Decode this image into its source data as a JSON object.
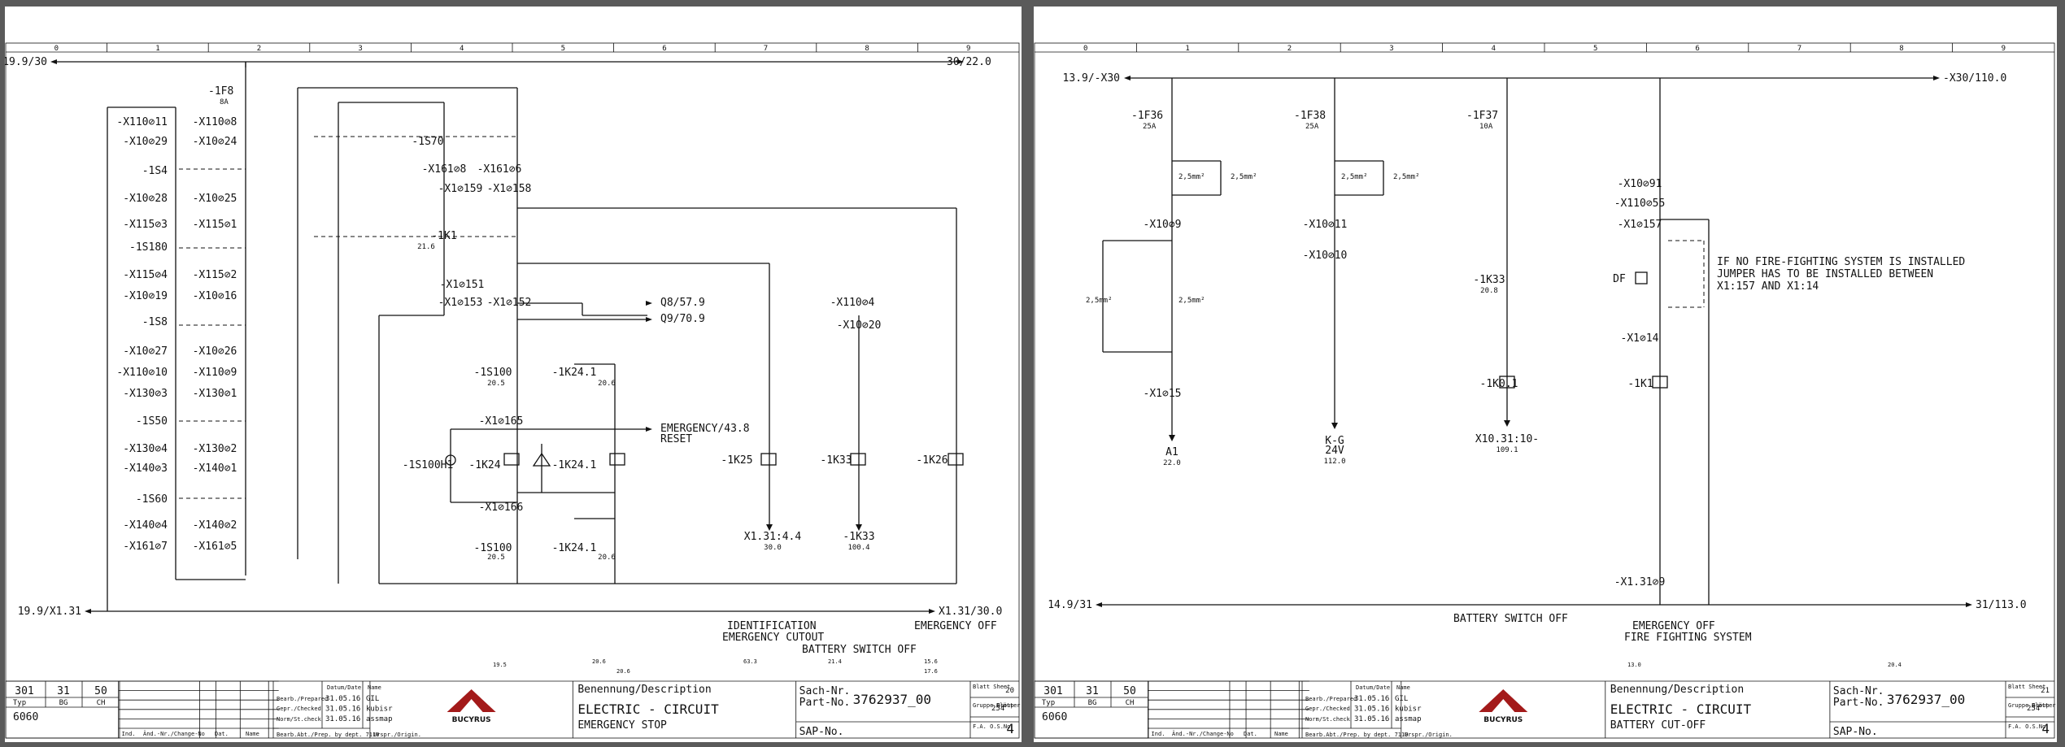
{
  "brand": "BUCYRUS",
  "sheets": [
    {
      "grid": [
        "0",
        "1",
        "2",
        "3",
        "4",
        "5",
        "6",
        "7",
        "8",
        "9"
      ],
      "refs": {
        "topLeft": "19.9/30",
        "topRight": "30/22.0",
        "botLeft": "19.9/X1.31",
        "botRight": "X1.31/30.0"
      },
      "fuse": {
        "ref": "-1F8",
        "rating": "8A"
      },
      "leftTerms": [
        "-X110⊘11",
        "-X10⊘29",
        "-1S4",
        "-X10⊘28",
        "-X115⊘3",
        "-1S180",
        "-X115⊘4",
        "-X10⊘19",
        "-1S8",
        "-X10⊘27",
        "-X110⊘10",
        "-X130⊘3",
        "-1S50",
        "-X130⊘4",
        "-X140⊘3",
        "-1S60",
        "-X140⊘4",
        "-X161⊘7"
      ],
      "rightTerms": [
        "-X110⊘8",
        "-X10⊘24",
        "-X10⊘25",
        "-X115⊘1",
        "-X115⊘2",
        "-X10⊘16",
        "-X10⊘26",
        "-X110⊘9",
        "-X130⊘1",
        "-X130⊘2",
        "-X140⊘1",
        "-X140⊘2",
        "-X161⊘5"
      ],
      "midTerms": [
        "-1S70",
        "-X161⊘8",
        "-X161⊘6",
        "-X1⊘159",
        "-X1⊘158",
        "-1K1",
        "-X1⊘151",
        "-X1⊘153",
        "-X1⊘152",
        "-1S100",
        "-1K24.1",
        "-X1⊘165",
        "-1S100H1",
        "-1K24",
        "-1K24.1",
        "-X1⊘166",
        "-1S100",
        "-1K24.1"
      ],
      "midRefs": [
        "21.6",
        "20.5",
        "20.6",
        "20.5",
        "20.6"
      ],
      "outs": [
        "Q8/57.9",
        "Q9/70.9",
        "EMERGENCY/43.8",
        "RESET"
      ],
      "relays": [
        "-1K25",
        "-1K33",
        "-1K26",
        "-X110⊘4",
        "-X10⊘20"
      ],
      "relayOuts": [
        "X1.31:4.4",
        "30.0",
        "-1K33",
        "100.4"
      ],
      "captions": [
        "IDENTIFICATION",
        "EMERGENCY CUTOUT",
        "BATTERY SWITCH OFF",
        "EMERGENCY OFF"
      ],
      "contactRefs": [
        "19.5",
        "20.6",
        "20.6",
        "63.3",
        "21.4",
        "15.6",
        "17.6"
      ],
      "title": {
        "c1": [
          "301",
          "31",
          "50"
        ],
        "c2": [
          "Typ",
          "BG",
          "CH"
        ],
        "c3": "6060",
        "prepared": "Bearb./Prepared",
        "checked": "Gepr./Checked",
        "norm": "Norm/St.check",
        "date": "31.05.16",
        "names": [
          "GIL",
          "kubisr",
          "assmap"
        ],
        "datumHdr": "Datum/Date",
        "nameHdr": "Name",
        "origin": "Urspr./Origin.",
        "dept": "Bearb.Abt./Prep. by dept. 7110",
        "rev": [
          "Ind.",
          "Änd.-Nr./Change-No",
          "Dat.",
          "Name"
        ],
        "descHdr": "Benennung/Description",
        "desc": "ELECTRIC - CIRCUIT",
        "sub": "EMERGENCY STOP",
        "sach": "Sach-Nr.",
        "part": "Part-No.",
        "partNo": "3762937_00",
        "sap": "SAP-No.",
        "blatt": "Blatt Sheet",
        "sheetNo": "20",
        "gruppe": "Gruppe Group",
        "groupNo": "254",
        "blaetter": "Blätter Sheets",
        "fa": "F.A. O.S.No",
        "fano": "4"
      }
    },
    {
      "grid": [
        "0",
        "1",
        "2",
        "3",
        "4",
        "5",
        "6",
        "7",
        "8",
        "9"
      ],
      "refs": {
        "topLeft": "13.9/-X30",
        "topRight": "-X30/110.0",
        "botLeft": "14.9/31",
        "botRight": "31/113.0"
      },
      "fuses": [
        {
          "ref": "-1F36",
          "rating": "25A"
        },
        {
          "ref": "-1F38",
          "rating": "25A"
        },
        {
          "ref": "-1F37",
          "rating": "10A"
        }
      ],
      "wire": "2,5mm²",
      "terms": [
        "-X10⊘9",
        "-X10⊘11",
        "-X10⊘10",
        "-X1⊘15",
        "-1K33",
        "20.8",
        "-X10⊘91",
        "-X110⊘55",
        "-X1⊘157",
        "-X1⊘14",
        "-1K0.1",
        "-1K1",
        "-X1.31⊘9",
        "DF"
      ],
      "outs": [
        "A1",
        "22.0",
        "K-G",
        "24V",
        "112.0",
        "X10.31:10-",
        "109.1"
      ],
      "note": [
        "IF NO FIRE-FIGHTING SYSTEM IS INSTALLED",
        "JUMPER HAS TO BE INSTALLED BETWEEN",
        "X1:157 AND X1:14"
      ],
      "captions": [
        "BATTERY SWITCH OFF",
        "EMERGENCY OFF",
        "FIRE FIGHTING SYSTEM"
      ],
      "contactRefs": [
        "13.0",
        "20.4"
      ],
      "title": {
        "c1": [
          "301",
          "31",
          "50"
        ],
        "c2": [
          "Typ",
          "BG",
          "CH"
        ],
        "c3": "6060",
        "prepared": "Bearb./Prepared",
        "checked": "Gepr./Checked",
        "norm": "Norm/St.check",
        "date": "31.05.16",
        "names": [
          "GIL",
          "kubisr",
          "assmap"
        ],
        "datumHdr": "Datum/Date",
        "nameHdr": "Name",
        "origin": "Urspr./Origin.",
        "dept": "Bearb.Abt./Prep. by dept. 7110",
        "rev": [
          "Ind.",
          "Änd.-Nr./Change-No",
          "Dat.",
          "Name"
        ],
        "descHdr": "Benennung/Description",
        "desc": "ELECTRIC - CIRCUIT",
        "sub": "BATTERY CUT-OFF",
        "sach": "Sach-Nr.",
        "part": "Part-No.",
        "partNo": "3762937_00",
        "sap": "SAP-No.",
        "blatt": "Blatt Sheet",
        "sheetNo": "21",
        "gruppe": "Gruppe Group",
        "groupNo": "254",
        "blaetter": "Blätter Sheets",
        "fa": "F.A. O.S.No",
        "fano": "4"
      }
    }
  ]
}
